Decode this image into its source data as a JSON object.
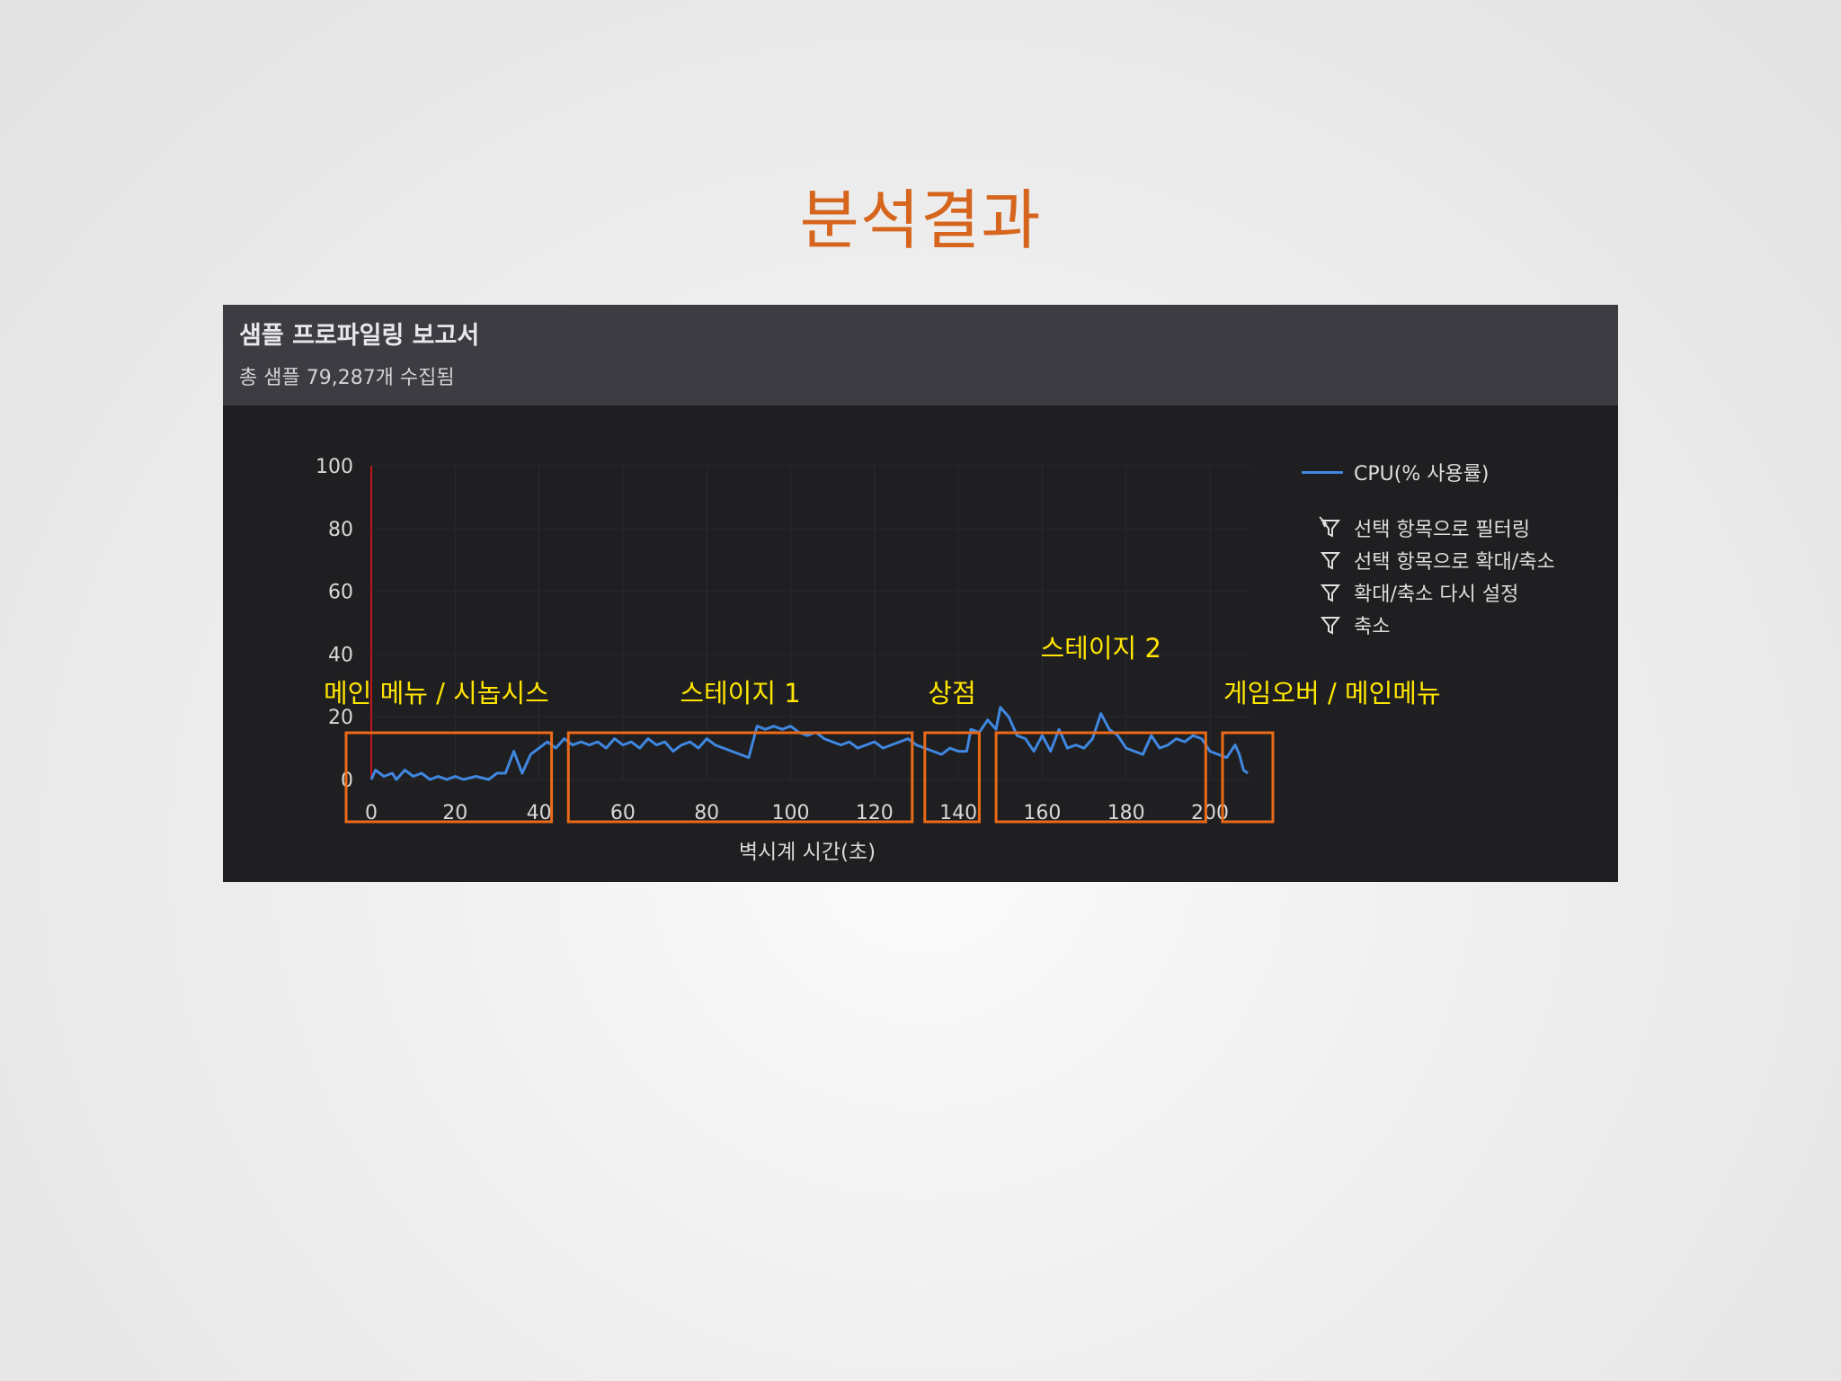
{
  "slide": {
    "title": "분석결과"
  },
  "report": {
    "title": "샘플 프로파일링 보고서",
    "subtitle": "총 샘플 79,287개 수집됨"
  },
  "legend": {
    "series_label": "CPU(% 사용률)",
    "actions": [
      {
        "label": "선택 항목으로 필터링",
        "icon": "filter-select-icon"
      },
      {
        "label": "선택 항목으로 확대/축소",
        "icon": "filter-icon"
      },
      {
        "label": "확대/축소 다시 설정",
        "icon": "filter-icon"
      },
      {
        "label": "축소",
        "icon": "filter-icon"
      }
    ]
  },
  "colors": {
    "title_accent": "#d6661e",
    "series": "#3f87e0",
    "annotation_text": "#ffe500",
    "annotation_box": "#ea6a18",
    "cursor_line": "#c0141e"
  },
  "annotations": [
    {
      "label": "메인 메뉴 / 시놉시스",
      "x_range": [
        -6,
        43
      ]
    },
    {
      "label": "스테이지 1",
      "x_range": [
        47,
        129
      ]
    },
    {
      "label": "상점",
      "x_range": [
        132,
        145
      ]
    },
    {
      "label": "스테이지 2",
      "x_range": [
        149,
        199
      ]
    },
    {
      "label": "게임오버 / 메인메뉴",
      "x_range": [
        203,
        215
      ]
    }
  ],
  "chart_data": {
    "type": "line",
    "xlabel": "벽시계 시간(초)",
    "ylabel": "",
    "xlim": [
      0,
      210
    ],
    "ylim": [
      0,
      100
    ],
    "x_ticks": [
      0,
      20,
      40,
      60,
      80,
      100,
      120,
      140,
      160,
      180,
      200
    ],
    "y_ticks": [
      0,
      20,
      40,
      60,
      80,
      100
    ],
    "grid": true,
    "legend_position": "top-right",
    "cursor_x": 0,
    "series": [
      {
        "name": "CPU(% 사용률)",
        "x": [
          0,
          1,
          3,
          5,
          6,
          8,
          10,
          12,
          14,
          16,
          18,
          20,
          22,
          25,
          28,
          30,
          32,
          34,
          36,
          38,
          40,
          42,
          44,
          46,
          48,
          50,
          52,
          54,
          56,
          58,
          60,
          62,
          64,
          66,
          68,
          70,
          72,
          74,
          76,
          78,
          80,
          82,
          84,
          86,
          88,
          90,
          92,
          94,
          96,
          98,
          100,
          102,
          104,
          106,
          108,
          110,
          112,
          114,
          116,
          118,
          120,
          122,
          124,
          126,
          128,
          130,
          132,
          134,
          136,
          138,
          140,
          142,
          143,
          145,
          147,
          149,
          150,
          152,
          154,
          156,
          158,
          160,
          162,
          164,
          166,
          168,
          170,
          172,
          174,
          176,
          178,
          180,
          182,
          184,
          186,
          188,
          190,
          192,
          194,
          196,
          198,
          200,
          202,
          204,
          205,
          206,
          207,
          208,
          209
        ],
        "values": [
          0,
          3,
          1,
          2,
          0,
          3,
          1,
          2,
          0,
          1,
          0,
          1,
          0,
          1,
          0,
          2,
          2,
          9,
          2,
          8,
          10,
          12,
          10,
          13,
          11,
          12,
          11,
          12,
          10,
          13,
          11,
          12,
          10,
          13,
          11,
          12,
          9,
          11,
          12,
          10,
          13,
          11,
          10,
          9,
          8,
          7,
          17,
          16,
          17,
          16,
          17,
          15,
          14,
          15,
          13,
          12,
          11,
          12,
          10,
          11,
          12,
          10,
          11,
          12,
          13,
          11,
          10,
          9,
          8,
          10,
          9,
          9,
          16,
          15,
          19,
          16,
          23,
          20,
          14,
          13,
          9,
          14,
          9,
          16,
          10,
          11,
          10,
          13,
          21,
          16,
          14,
          10,
          9,
          8,
          14,
          10,
          11,
          13,
          12,
          14,
          13,
          9,
          8,
          7,
          9,
          11,
          8,
          3,
          2
        ]
      }
    ]
  }
}
